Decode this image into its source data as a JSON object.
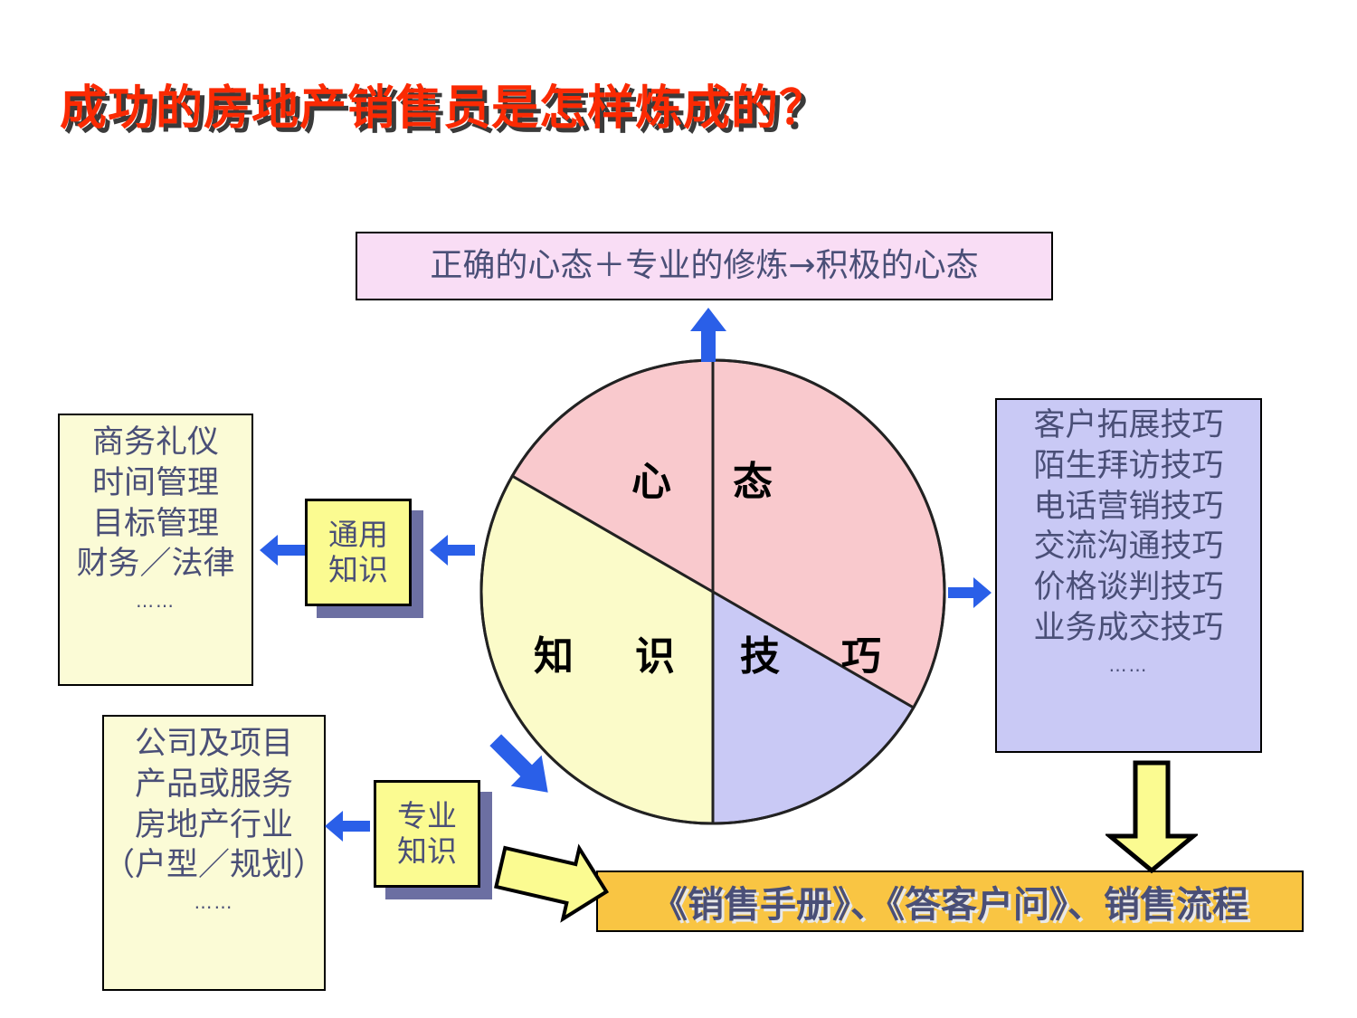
{
  "slide": {
    "title": "成功的房地产销售员是怎样炼成的？",
    "title_color": "#FB2A03"
  },
  "mindset_banner": {
    "text": "正确的心态＋专业的修炼→积极的心态",
    "bg_color": "#f9ddf5"
  },
  "pie": {
    "segments": [
      {
        "label": "心　态",
        "color": "#f9c9cd"
      },
      {
        "label": "知　识",
        "color": "#fbfbc9"
      },
      {
        "label": "技　巧",
        "color": "#c9c9f5"
      }
    ]
  },
  "nodes": {
    "general_knowledge": {
      "line1": "通用",
      "line2": "知识"
    },
    "professional_knowledge": {
      "line1": "专业",
      "line2": "知识"
    }
  },
  "general_list": {
    "lines": [
      "商务礼仪",
      "时间管理",
      "目标管理",
      "财务／法律"
    ],
    "ellipsis": "……"
  },
  "professional_list": {
    "lines": [
      "公司及项目",
      "产品或服务",
      "房地产行业",
      "（户型／规划）"
    ],
    "ellipsis": "……"
  },
  "skill_list": {
    "lines": [
      "客户拓展技巧",
      "陌生拜访技巧",
      "电话营销技巧",
      "交流沟通技巧",
      "价格谈判技巧",
      "业务成交技巧"
    ],
    "ellipsis": "……"
  },
  "docs_bar": {
    "text": "《销售手册》、《答客户问》、销售流程",
    "bg_color": "#f9c543"
  },
  "arrows": {
    "blue_color": "#2a5fe8",
    "yellow_color": "#fbfb91"
  }
}
